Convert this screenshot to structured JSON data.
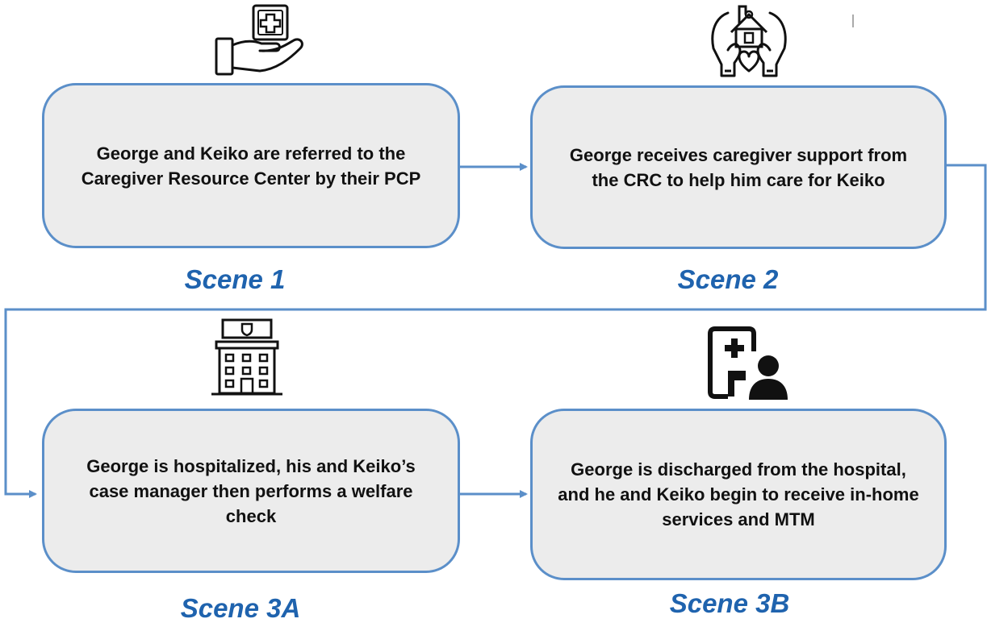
{
  "scenes": [
    {
      "text": "George and Keiko are referred to the Caregiver Resource Center by their PCP",
      "label": "Scene 1",
      "icon": "hand-holding-medical-icon"
    },
    {
      "text": "George receives caregiver support from the CRC to help him care for Keiko",
      "label": "Scene 2",
      "icon": "hands-house-heart-icon"
    },
    {
      "text": "George is hospitalized, his and Keiko’s case manager then performs a welfare check",
      "label": "Scene 3A",
      "icon": "hospital-building-icon"
    },
    {
      "text": "George is discharged from the hospital, and he and Keiko begin to receive in-home services and MTM",
      "label": "Scene 3B",
      "icon": "patient-discharge-icon"
    }
  ],
  "colors": {
    "box_fill": "#ececec",
    "box_border": "#5b8fc9",
    "arrow": "#5b8fc9",
    "label": "#1f63ae",
    "text": "#111111"
  }
}
